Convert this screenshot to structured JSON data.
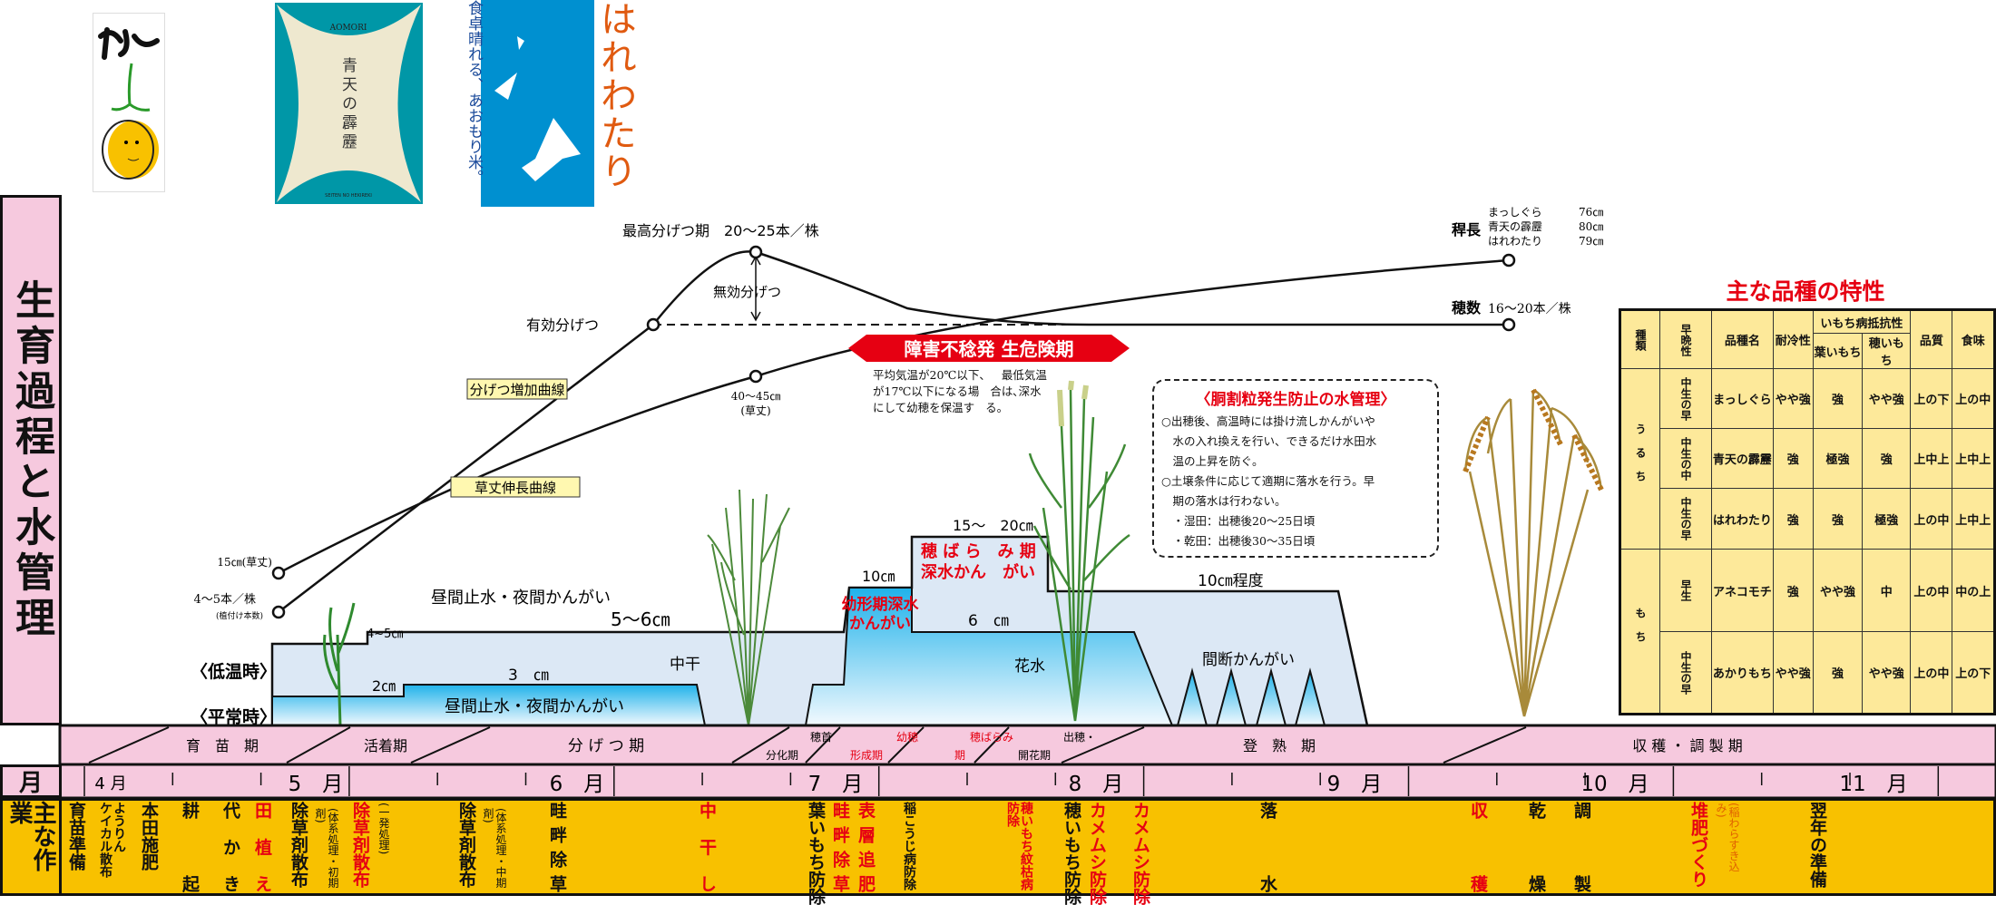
{
  "side_title": "生育過程と水管理",
  "logos": {
    "masshigura": "まっしぐら",
    "seiten": {
      "top": "AOMORI",
      "name": "青天の霹靂",
      "bottom": "SEITEN NO HEKIREKI"
    },
    "harewatari": {
      "tagline": "食卓晴れる、あおもり米。",
      "name": "はれわたり"
    }
  },
  "growth": {
    "max_tiller": "最高分げつ期　20〜25本／株",
    "effective_tiller": "有効分げつ",
    "ineffective_tiller": "無効分げつ",
    "tiller_curve": "分げつ増加曲線",
    "height_curve": "草丈伸長曲線",
    "height_mid": "40〜45㎝",
    "height_mid_note": "(草丈)",
    "height_start": "15㎝(草丈)",
    "plant_start": "4〜5本／株",
    "plant_start_note": "(植付け本数)",
    "culm_label": "稈長",
    "culm": [
      {
        "name": "まっしぐら",
        "value": "76㎝"
      },
      {
        "name": "青天の霹靂",
        "value": "80㎝"
      },
      {
        "name": "はれわたり",
        "value": "79㎝"
      }
    ],
    "ear_label": "穂数",
    "ear_value": "16〜20本／株"
  },
  "warning": {
    "banner": "障害不稔発 生危険期",
    "lines": [
      [
        "平均気温が20℃以下、",
        "最低気温"
      ],
      [
        "が17℃以下になる場",
        "合は､深水"
      ],
      [
        "にして幼穂を保温す",
        "る。"
      ]
    ]
  },
  "crack_box": {
    "title": "〈胴割粒発生防止の水管理〉",
    "lines": [
      "○出穂後、高温時には掛け流しかんがいや",
      "　水の入れ換えを行い、できるだけ水田水",
      "　温の上昇を防ぐ。",
      "○土壌条件に応じて適期に落水を行う。早",
      "　期の落水は行わない。",
      "　・湿田：出穂後20〜25日頃",
      "　・乾田：出穂後30〜35日頃"
    ]
  },
  "water": {
    "low_temp": "〈低温時〉",
    "normal": "〈平常時〉",
    "day_stop_low": "昼間止水・夜間かんがい",
    "day_stop_normal": "昼間止水・夜間かんがい",
    "d_4_5": "4~5㎝",
    "d_2": "2㎝",
    "d_3": "3　㎝",
    "d_5_6": "5〜6㎝",
    "nakaboshi": "中干",
    "d_10": "10㎝",
    "young_ear_1": "幼形期深水",
    "young_ear_2": "かんがい",
    "d_15_20": "15〜　20㎝",
    "booting_1": "穂 ば ら　み 期",
    "booting_2": "深水かん　がい",
    "d_6": "6　㎝",
    "hanamizu": "花水",
    "d_10_about": "10㎝程度",
    "intermittent": "間断かんがい"
  },
  "stages": {
    "s1": "育　苗　期",
    "s2": "活着期",
    "s3": "分 げ つ 期",
    "s4": "分化期",
    "s5a": "穂首",
    "s5b": "形成期",
    "s6a": "幼穂",
    "s6b": "期",
    "s7a": "穂ばらみ",
    "s8a": "出穂・",
    "s8b": "開花期",
    "s9": "登　熟　期",
    "s10": "収 穫 ・ 調 製 期"
  },
  "month_label": "月",
  "months": [
    "4 月",
    "5　月",
    "6　月",
    "7　月",
    "8　月",
    "9　月",
    "10　月",
    "11　月"
  ],
  "tasks_label": "主な作業",
  "tasks": [
    "育苗準備",
    "ようりん\nケイカル散布",
    "本田施肥",
    "耕起",
    "代かき",
    "田植え",
    "除草剤散布",
    "(体系処理・初期剤)",
    "除草剤散布",
    "(一発処理)",
    "除草剤散布",
    "(体系処理・中期剤)",
    "畦畔除草",
    "中干し",
    "葉いもち防除",
    "畦畔除草",
    "表層追肥",
    "稲こうじ病防除",
    "穂いもち紋枯病防除",
    "穂いもち防除",
    "カメムシ防除",
    "カメムシ防除",
    "落水",
    "収穫",
    "乾燥",
    "調製",
    "堆肥づくり",
    "(稲わらすき込み)",
    "翌年の準備"
  ],
  "table": {
    "title": "主な品種の特性",
    "headers": {
      "type": "種類",
      "maturity": "早晩性",
      "name": "品種名",
      "cold": "耐冷性",
      "blast": "いもち病抵抗性",
      "leaf": "葉いもち",
      "panicle": "穂いもち",
      "quality": "品質",
      "taste": "食味"
    },
    "groups": [
      "うるち",
      "もち"
    ],
    "rows": [
      [
        "中生の早",
        "まっしぐら",
        "やや強",
        "強",
        "やや強",
        "上の下",
        "上の中"
      ],
      [
        "中生の中",
        "青天の霹靂",
        "強",
        "極強",
        "強",
        "上中上",
        "上中上"
      ],
      [
        "中生の早",
        "はれわたり",
        "強",
        "強",
        "極強",
        "上の中",
        "上中上"
      ],
      [
        "早生",
        "アネコモチ",
        "強",
        "やや強",
        "中",
        "上の中",
        "中の上"
      ],
      [
        "中生の早",
        "あかりもち",
        "やや強",
        "強",
        "やや強",
        "上の中",
        "上の下"
      ]
    ]
  },
  "colors": {
    "pink": "#f6c9de",
    "orange": "#f8c100",
    "red": "#e60012",
    "water_light": "#dce8f5",
    "water_deep": "#27b5ea",
    "table_bg": "#fde99a"
  }
}
